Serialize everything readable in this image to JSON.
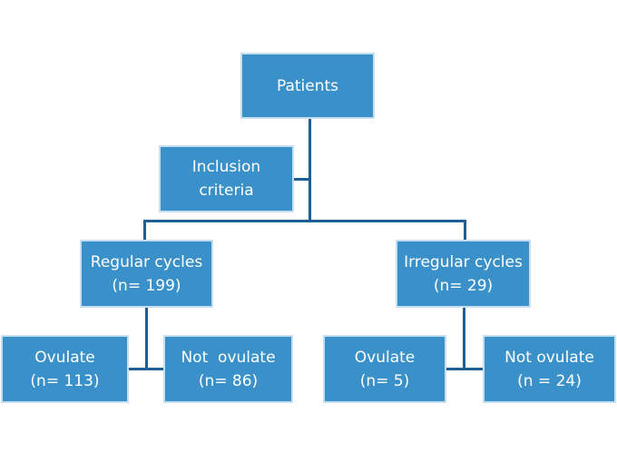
{
  "diagram": {
    "root": {
      "label": "Patients"
    },
    "inclusion": {
      "line1": "Inclusion",
      "line2": "criteria"
    },
    "regular": {
      "label": "Regular cycles",
      "count": "(n= 199)"
    },
    "irregular": {
      "label": "Irregular cycles",
      "count": "(n= 29)"
    },
    "regular_ovulate": {
      "label": "Ovulate",
      "count": "(n= 113)"
    },
    "regular_not_ovulate": {
      "label": "Not  ovulate",
      "count": "(n= 86)"
    },
    "irregular_ovulate": {
      "label": "Ovulate",
      "count": "(n= 5)"
    },
    "irregular_not_ovulate": {
      "label": "Not ovulate",
      "count": "(n = 24)"
    },
    "colors": {
      "box_fill": "#3a91c9",
      "box_border": "#c7e0f1",
      "connector": "#1f5e92",
      "text": "#ffffff"
    }
  }
}
